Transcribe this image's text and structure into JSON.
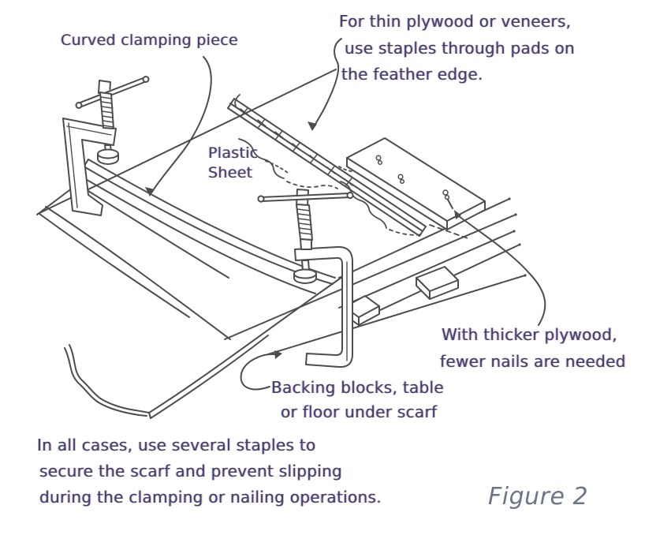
{
  "figure": {
    "caption": "Figure 2",
    "annotations": {
      "curved_clamping": "Curved clamping piece",
      "thin_plywood": [
        "For thin plywood or veneers,",
        "use staples through pads on",
        "the feather edge."
      ],
      "plastic_sheet": [
        "Plastic",
        "Sheet"
      ],
      "thicker_plywood": [
        "With thicker plywood,",
        "fewer nails are needed"
      ],
      "backing_blocks": [
        "Backing blocks, table",
        "or floor under scarf"
      ],
      "note": [
        "In all cases, use several staples to",
        "secure the scarf and prevent slipping",
        "during the clamping or nailing operations."
      ]
    },
    "colors": {
      "annotation_text": "#413e6d",
      "caption_text": "#6b7689",
      "line": "#4d4d4d",
      "background": "#ffffff"
    }
  }
}
